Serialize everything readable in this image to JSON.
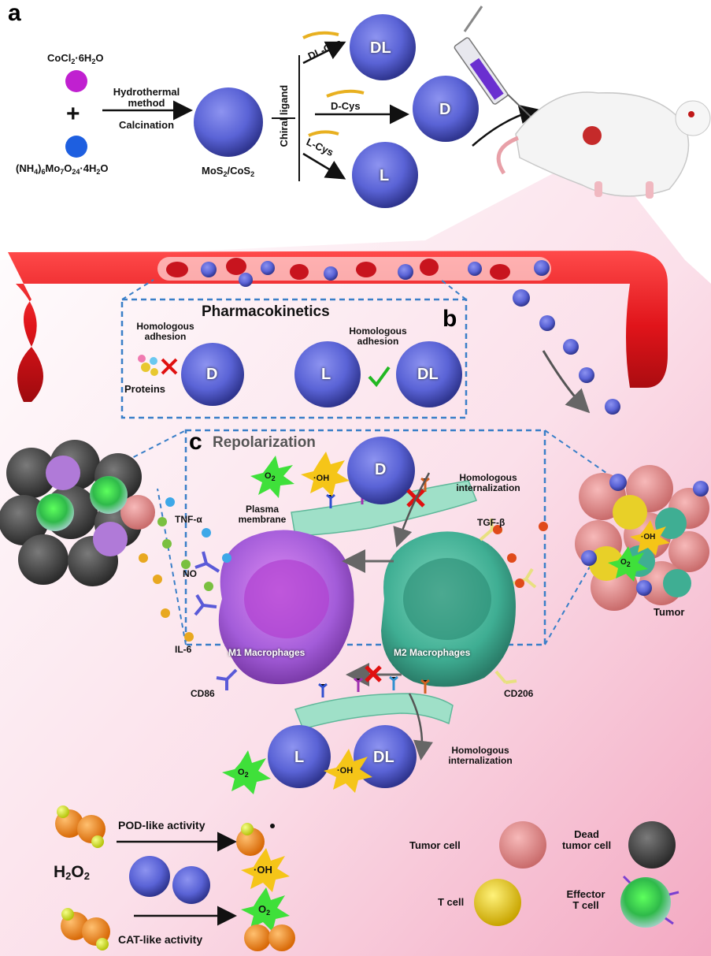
{
  "panels": {
    "a": "a",
    "b": "b",
    "c": "c"
  },
  "synthesis": {
    "precursor1": {
      "main": "CoCl",
      "sub1": "2",
      "rest": "·6H",
      "sub2": "2",
      "end": "O"
    },
    "precursor2": {
      "p1": "(NH",
      "s1": "4",
      "p2": ")",
      "s2": "6",
      "p3": "Mo",
      "s3": "7",
      "p4": "O",
      "s4": "24",
      "p5": "·4H",
      "s5": "2",
      "p6": "O"
    },
    "plus": "+",
    "method_line1": "Hydrothermal",
    "method_line2": "method",
    "method_line3": "Calcination",
    "product": {
      "main": "MoS",
      "sub1": "2",
      "mid": "/CoS",
      "sub2": "2"
    },
    "chiral_ligand": "Chiral ligand",
    "ligands": [
      "DL-Cys",
      "D-Cys",
      "L-Cys"
    ],
    "particles": [
      "DL",
      "D",
      "L"
    ]
  },
  "pharmacokinetics": {
    "title": "Pharmacokinetics",
    "adhesion_left": "Homologous\nadhesion",
    "adhesion_right": "Homologous\nadhesion",
    "proteins": "Proteins",
    "particle_d": "D",
    "particle_l": "L",
    "particle_dl": "DL"
  },
  "repolarization": {
    "title": "Repolarization",
    "o2": {
      "main": "O",
      "sub": "2"
    },
    "oh": "·OH",
    "particle_top": "D",
    "internalization_top": "Homologous\ninternalization",
    "plasma_membrane": "Plasma\nmembrane",
    "tnf": "TNF-α",
    "no": "NO",
    "il6": "IL-6",
    "cd86": "CD86",
    "tgf": "TGF-β",
    "cd206": "CD206",
    "m1": "M1 Macrophages",
    "m2": "M2 Macrophages",
    "particle_l": "L",
    "particle_dl": "DL",
    "internalization_bottom": "Homologous\ninternalization",
    "tumor": "Tumor"
  },
  "catalysis": {
    "h2o2": {
      "main": "H",
      "sub1": "2",
      "mid": "O",
      "sub2": "2"
    },
    "pod": "POD-like activity",
    "cat": "CAT-like activity",
    "oh": "·OH",
    "o2": {
      "main": "O",
      "sub": "2"
    }
  },
  "legend": {
    "tumor_cell": "Tumor cell",
    "dead_tumor_cell": "Dead\ntumor cell",
    "t_cell": "T cell",
    "effector_t_cell": "Effector\nT cell"
  },
  "colors": {
    "particle": "#5a63d6",
    "vessel": "#e0141a",
    "m1": "#a35cd9",
    "m2": "#3fae93",
    "membrane": "#9fe0c8",
    "orange_molecule": "#f08a1c",
    "star_green": "#3fe03a",
    "star_yellow": "#f5c518",
    "dash": "#3a7fc8",
    "cross": "#e01010",
    "check": "#22b822",
    "pink_bg": "#f7c2d3"
  }
}
